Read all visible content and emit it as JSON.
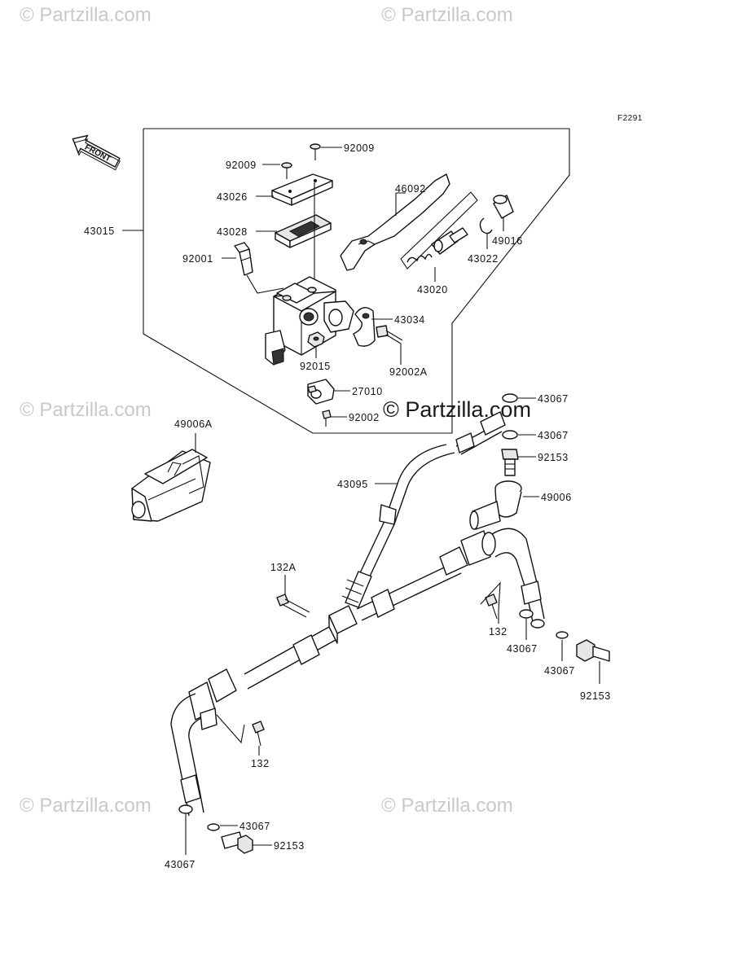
{
  "watermarks": {
    "top_left": "© Partzilla.com",
    "top_center": "© Partzilla.com",
    "middle_left": "© Partzilla.com",
    "middle_center": "© Partzilla.com",
    "bottom_left": "© Partzilla.com",
    "bottom_center": "© Partzilla.com"
  },
  "figure_code": "F2291",
  "front_label": "FRONT",
  "part_labels": {
    "p43015": "43015",
    "p92009a": "92009",
    "p92009b": "92009",
    "p43026": "43026",
    "p46092": "46092",
    "p43028": "43028",
    "p49016": "49016",
    "p43022": "43022",
    "p92001": "92001",
    "p43020": "43020",
    "p43034": "43034",
    "p92015": "92015",
    "p92002A": "92002A",
    "p27010": "27010",
    "p92002": "92002",
    "p43067a": "43067",
    "p43067b": "43067",
    "p49006A": "49006A",
    "p92153a": "92153",
    "p43095": "43095",
    "p49006": "49006",
    "p132A": "132A",
    "p132a": "132",
    "p43067c": "43067",
    "p43067d": "43067",
    "p92153b": "92153",
    "p132b": "132",
    "p43067e": "43067",
    "p43067f": "43067",
    "p92153c": "92153"
  },
  "icons": [
    "front-arrow-icon",
    "partzilla-watermark-icon"
  ]
}
